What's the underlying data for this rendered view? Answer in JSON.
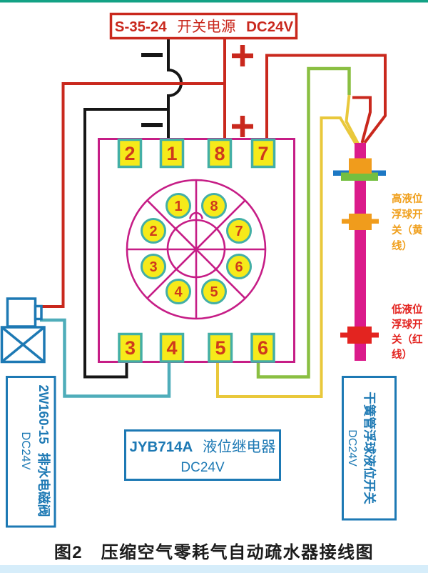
{
  "figure": {
    "caption": "图2　压缩空气零耗气自动疏水器接线图"
  },
  "power_supply": {
    "model": "S-35-24",
    "name": "开关电源",
    "voltage": "DC24V"
  },
  "level_relay": {
    "model": "JYB714A",
    "name": "液位继电器",
    "voltage": "DC24V"
  },
  "solenoid_valve": {
    "model": "2W160-15",
    "name": "排水电磁阀",
    "voltage": "DC24V"
  },
  "float_switch": {
    "name": "干簧管浮球液位开关",
    "voltage": "DC24V",
    "high_level_label_lines": [
      "高液位",
      "浮球开",
      "关（黄",
      "线）"
    ],
    "low_level_label_lines": [
      "低液位",
      "浮球开",
      "关（红",
      "线）"
    ]
  },
  "socket": {
    "terminals_top": [
      "2",
      "1",
      "8",
      "7"
    ],
    "terminals_bottom": [
      "3",
      "4",
      "5",
      "6"
    ],
    "pins": [
      "1",
      "2",
      "3",
      "4",
      "5",
      "6",
      "7",
      "8"
    ]
  },
  "polarity_symbols": {
    "plus": "+",
    "minus": "−"
  },
  "icons": [
    "plus-icon",
    "minus-icon",
    "solenoid-valve-icon",
    "float-switch-icon"
  ],
  "colors": {
    "wire_negative_black": "#161616",
    "wire_positive_red": "#c9281d",
    "wire_teal": "#4fadba",
    "wire_yellow": "#e9c83b",
    "wire_green": "#8abf42",
    "socket_magenta": "#c61d86",
    "terminal_fill_yellow": "#f6ea1a",
    "terminal_border_teal": "#43afa6",
    "number_red": "#cf3a1c",
    "component_blue": "#1d79b4",
    "float_rod_magenta": "#db1b8b",
    "float_orange": "#f09c1c",
    "float_low_red": "#e32420",
    "flange_green": "#74bf40",
    "flange_bar_blue": "#1d78c4",
    "high_label_orange": "#f0a01e",
    "low_label_red": "#e32420",
    "caption_black": "#1c1c1c",
    "top_border_teal": "#13a285",
    "bottom_band_blue": "#d6edfa",
    "white": "#ffffff"
  }
}
